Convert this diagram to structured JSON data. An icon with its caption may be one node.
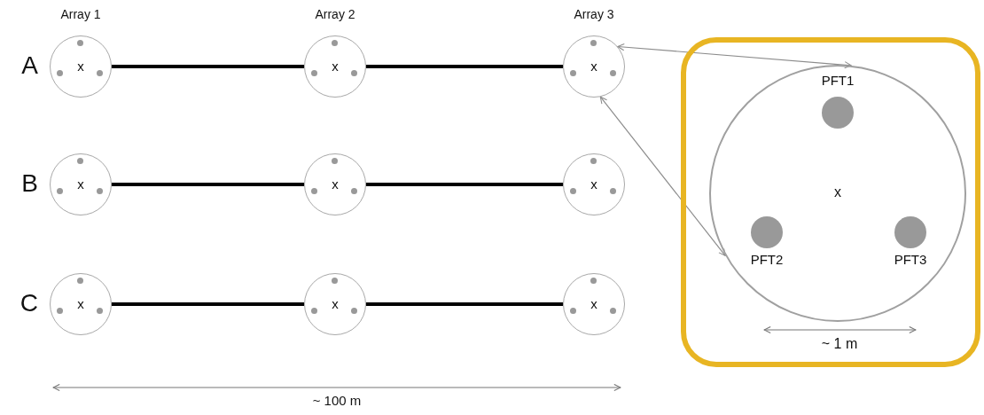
{
  "diagram": {
    "nodes": [
      {
        "text": [
          "x"
        ],
        "beside": [
          "A"
        ]
      },
      {
        "text": [
          "x"
        ]
      },
      {
        "text": [
          "x"
        ]
      },
      {
        "text": [
          "x"
        ],
        "beside": [
          "B"
        ]
      },
      {
        "text": [
          "x"
        ]
      },
      {
        "text": [
          "x"
        ]
      },
      {
        "text": [
          "x"
        ],
        "beside": [
          "C"
        ]
      },
      {
        "text": [
          "x"
        ]
      },
      {
        "text": [
          "x"
        ]
      },
      {
        "text": [],
        "shape": "box"
      },
      {
        "text": [
          "x"
        ],
        "in": 9
      },
      {
        "text": [
          "PFT1"
        ],
        "in": 10
      },
      {
        "text": [
          "PFT2"
        ],
        "in": 10
      },
      {
        "text": [
          "PFT3"
        ],
        "in": 10
      }
    ],
    "edges": [
      {
        "from": 0,
        "to": 1,
        "arrow": "none"
      },
      {
        "from": 1,
        "to": 2,
        "arrow": "none"
      },
      {
        "from": 3,
        "to": 4,
        "arrow": "none"
      },
      {
        "from": 4,
        "to": 5,
        "arrow": "none"
      },
      {
        "from": 6,
        "to": 7,
        "arrow": "none"
      },
      {
        "from": 7,
        "to": 8,
        "arrow": "none"
      },
      {
        "from": 2,
        "to": 10,
        "arrow": "both",
        "color": "#8c8c8c"
      },
      {
        "from": 2,
        "to": 10,
        "arrow": "both",
        "color": "#8c8c8c"
      }
    ],
    "labels": [
      "Array 1",
      "Array 2",
      "Array 3",
      "~ 1 m",
      "~ 100 m"
    ]
  }
}
